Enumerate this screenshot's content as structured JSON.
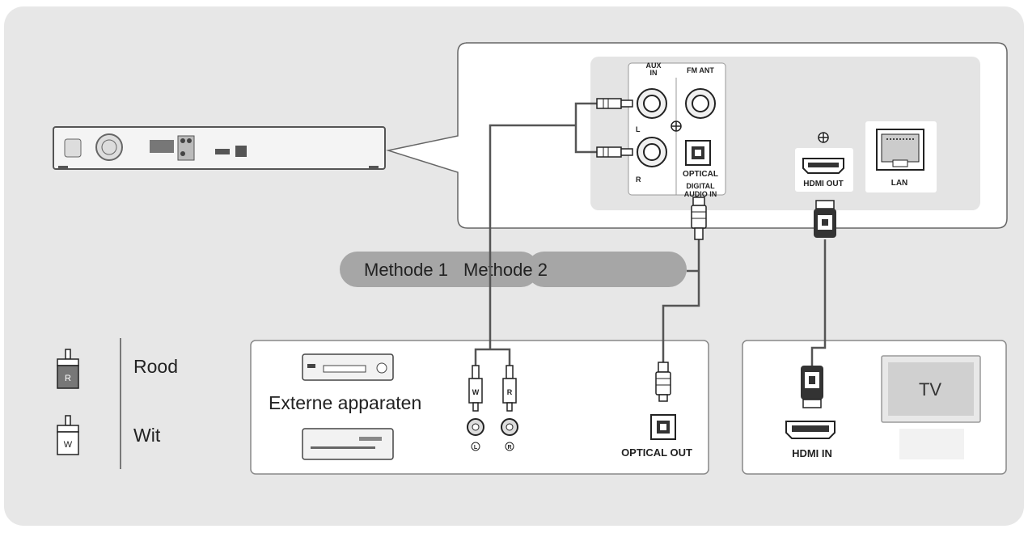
{
  "main_unit": {
    "aux_in_label": "AUX\nIN",
    "fm_ant_label": "FM ANT",
    "left_label": "L",
    "right_label": "R",
    "optical_label": "OPTICAL",
    "digital_audio_in_label": "DIGITAL\nAUDIO IN",
    "hdmi_out_label": "HDMI OUT",
    "lan_label": "LAN"
  },
  "methods": {
    "method_1": "Methode 1",
    "method_2": "Methode 2"
  },
  "legend": {
    "red_plug_letter": "R",
    "red_label": "Rood",
    "white_plug_letter": "W",
    "white_label": "Wit"
  },
  "external": {
    "title": "Externe apparaten",
    "plug_w": "W",
    "plug_r": "R",
    "jack_l": "L",
    "jack_r": "R",
    "optical_out_label": "OPTICAL OUT"
  },
  "tv": {
    "screen_label": "TV",
    "hdmi_in_label": "HDMI IN"
  },
  "colors": {
    "background_panel": "#e7e7e7",
    "box_fill": "#ffffff",
    "pill_fill": "#a6a6a6",
    "cable": "#555555"
  }
}
